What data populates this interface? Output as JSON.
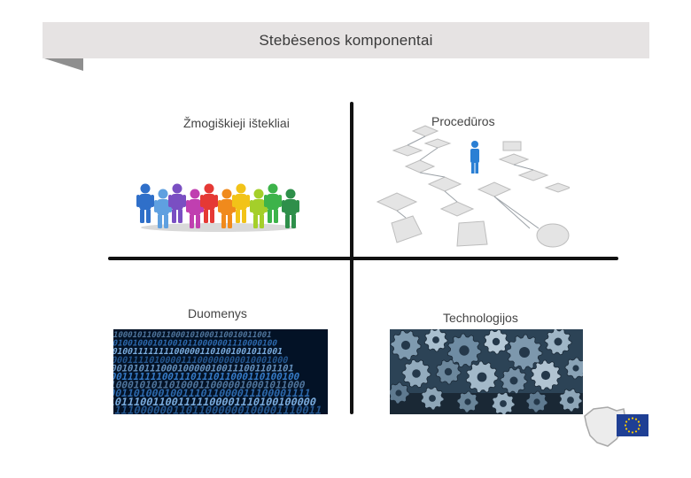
{
  "slide": {
    "title": "Stebėsenos komponentai"
  },
  "quadrants": {
    "human_resources": {
      "label": "Žmogiškieji ištekliai"
    },
    "procedures": {
      "label": "Procedūros"
    },
    "data": {
      "label": "Duomenys"
    },
    "technologies": {
      "label": "Technologijos"
    }
  },
  "colors": {
    "title_bar": "#e6e3e3",
    "divider": "#111111",
    "eu_blue": "#1f3f94",
    "eu_star": "#ffcc00"
  },
  "people_colors": [
    "#2f6fc9",
    "#5fa0e0",
    "#7a4fc2",
    "#c03fb0",
    "#e53935",
    "#f08a1c",
    "#f2c318",
    "#a4cf2a",
    "#3db34a",
    "#2e8f4a"
  ],
  "icons": [
    "people-group-icon",
    "flowchart-icon",
    "binary-code-icon",
    "gears-icon",
    "eu-flag-icon",
    "lithuania-map-icon"
  ]
}
